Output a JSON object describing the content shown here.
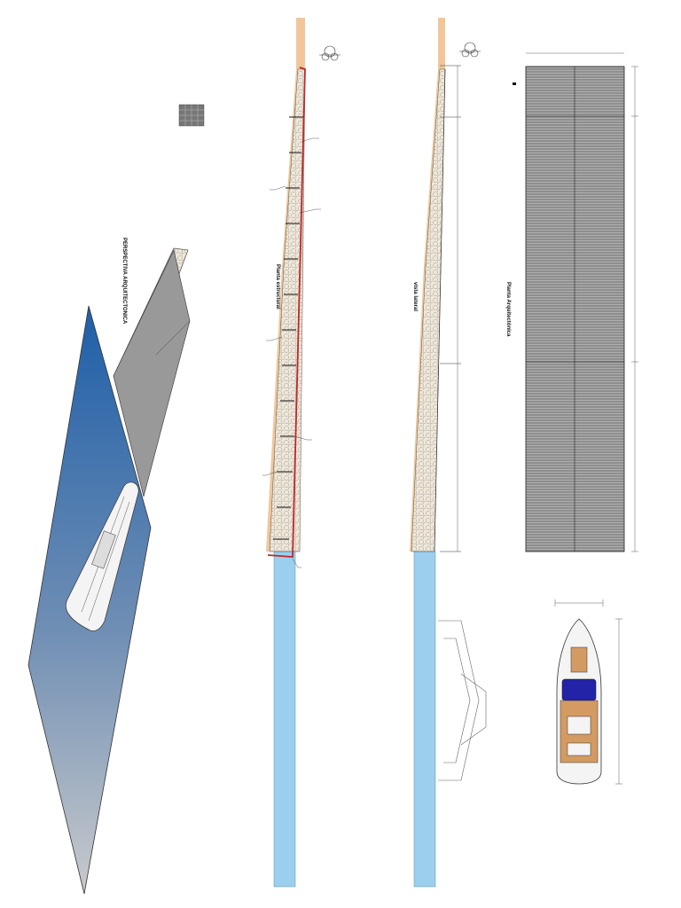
{
  "sheet": {
    "titles": {
      "perspective": "PERSPECTIVA ARQUITECTONICA",
      "structural_plan": "Planta estructural",
      "side_view": "vista lateral",
      "architectural_plan": "Planta Arquitectónica"
    },
    "colors": {
      "sea_top": "#1f5fa8",
      "sea_bottom": "#c0c4c8",
      "water_channel": "#9ccfee",
      "sand": "#f1c79a",
      "stone": "#efe7d8",
      "steel_red": "#c0282a",
      "deck": "#9a9a9a",
      "boat_deck": "#d39b62",
      "boat_cabin": "#2323a8"
    },
    "icons": [
      "tree-icon",
      "boat-icon",
      "pile-icon"
    ]
  }
}
